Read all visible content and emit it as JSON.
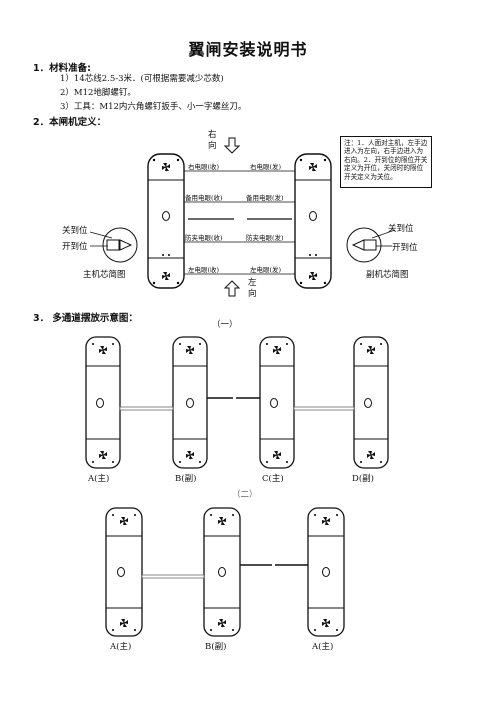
{
  "document": {
    "title": "翼闸安装说明书",
    "sections": [
      {
        "heading": "1．材料准备:",
        "items": [
          "1）14芯线2.5-3米．(可根据需要减少芯数)",
          "2）M12地脚螺钉。",
          "3）工具：M12内六角螺钉扳手、小一字螺丝刀。"
        ]
      },
      {
        "heading": "2．本闸机定义："
      },
      {
        "heading": "3．  多通道摆放示意图："
      }
    ]
  },
  "definition_diagram": {
    "top_arrow_label": "右向",
    "bottom_arrow_label": "左向",
    "master_label": "主机",
    "slave_label": "副机",
    "wires": [
      {
        "left": "右电眼(收)",
        "right": "右电眼(发)"
      },
      {
        "left": "备用电眼(收)",
        "right": "备用电眼(发)"
      },
      {
        "left": "防夹电眼(收)",
        "right": "防夹电眼(发)"
      },
      {
        "left": "左电眼(收)",
        "right": "左电眼(发)"
      }
    ],
    "close_position": "关到位",
    "open_position": "开到位",
    "master_caption": "主机芯简图",
    "slave_caption": "副机芯简图",
    "note": "注：1．人面对主机，左手边进入为左向，右手边进入为右向。2．开到位的限位开关定义为开位，关闭时的限位开关定义为关位。"
  },
  "layout_1": {
    "label": "（一）",
    "units": [
      "A(主)",
      "B(副)",
      "C(主)",
      "D(副)"
    ]
  },
  "layout_2": {
    "label": "（二）",
    "units": [
      "A(主)",
      "B(副)",
      "A(主)"
    ]
  }
}
